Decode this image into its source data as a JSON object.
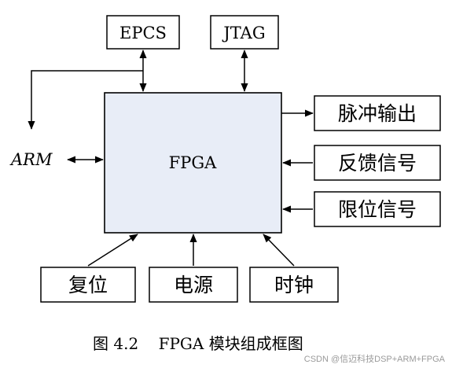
{
  "diagram": {
    "center": "FPGA",
    "top_blocks": [
      "EPCS",
      "JTAG"
    ],
    "left_block": "ARM",
    "right_blocks": [
      "脉冲输出",
      "反馈信号",
      "限位信号"
    ],
    "bottom_blocks": [
      "复位",
      "电源",
      "时钟"
    ]
  },
  "caption": "图 4.2    FPGA 模块组成框图",
  "watermark": "CSDN @信迈科技DSP+ARM+FPGA"
}
